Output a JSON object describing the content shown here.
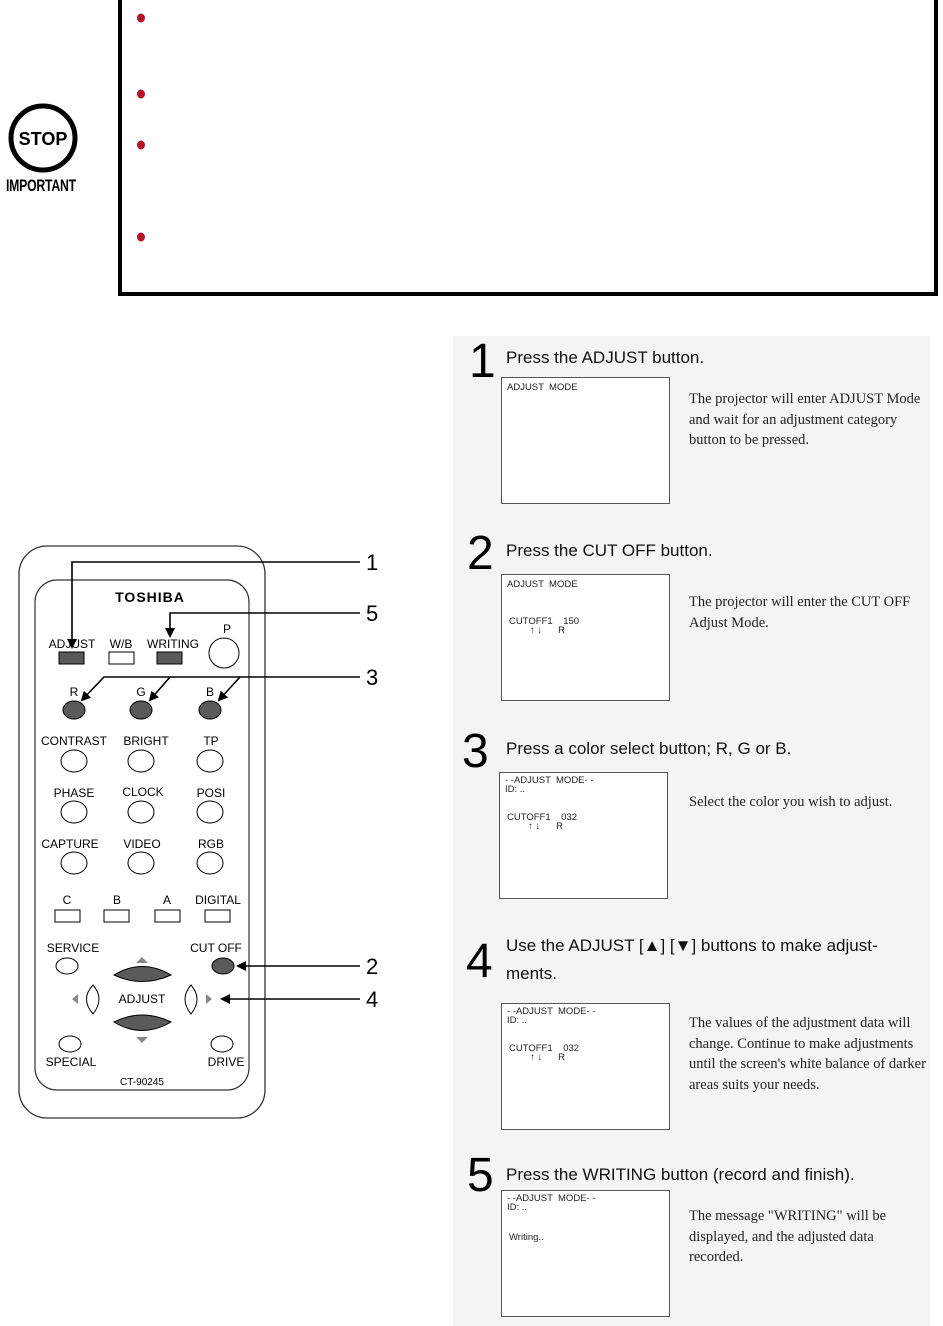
{
  "important": {
    "stop_label": "STOP",
    "important_label": "IMPORTANT",
    "bullet_count": 4
  },
  "steps": [
    {
      "number": "1",
      "title": "Press the ADJUST button.",
      "screen": [
        "ADJUST  MODE"
      ],
      "description": "The projector will enter ADJUST Mode and wait for an adjustment category button to be pressed."
    },
    {
      "number": "2",
      "title": "Press the CUT OFF button.",
      "screen": [
        "ADJUST  MODE",
        "",
        "CUTOFF1    150",
        "        ↑ ↓      R"
      ],
      "description": "The projector will enter the CUT OFF Adjust Mode."
    },
    {
      "number": "3",
      "title": "Press a color select button; R, G or B.",
      "screen": [
        "- -ADJUST  MODE- -",
        "ID: ..",
        "",
        "CUTOFF1    032",
        "        ↑ ↓      R"
      ],
      "description": "Select the color you wish to adjust."
    },
    {
      "number": "4",
      "title": "Use the ADJUST [▲] [▼] buttons to make adjust-",
      "title2": "ments.",
      "screen": [
        "- -ADJUST  MODE- -",
        "ID: ..",
        "",
        "CUTOFF1    032",
        "        ↑ ↓      R"
      ],
      "description": "The values of the adjustment data will change. Continue to make adjustments until the screen's white balance of darker areas suits your needs."
    },
    {
      "number": "5",
      "title": "Press the WRITING button (record and finish).",
      "screen": [
        "- -ADJUST  MODE- -",
        "ID: ..",
        "",
        "Writing.."
      ],
      "description": "The message \"WRITING\" will be displayed, and the adjusted data recorded."
    }
  ],
  "remote": {
    "brand": "TOSHIBA",
    "model": "CT-90245",
    "labels": {
      "adjust": "ADJUST",
      "wb": "W/B",
      "writing": "WRITING",
      "p": "P",
      "r": "R",
      "g": "G",
      "b": "B",
      "contrast": "CONTRAST",
      "bright": "BRIGHT",
      "tp": "TP",
      "phase": "PHASE",
      "clock": "CLOCK",
      "posi": "POSI",
      "capture": "CAPTURE",
      "video": "VIDEO",
      "rgb": "RGB",
      "c": "C",
      "b2": "B",
      "a": "A",
      "digital": "DIGITAL",
      "service": "SERVICE",
      "cutoff": "CUT OFF",
      "adjust_center": "ADJUST",
      "special": "SPECIAL",
      "drive": "DRIVE"
    },
    "callouts": [
      "1",
      "5",
      "3",
      "2",
      "4"
    ]
  },
  "colors": {
    "bullet": "#b3122a",
    "button_dark": "#5a5a5a",
    "steps_bg": "#f4f4f4"
  }
}
